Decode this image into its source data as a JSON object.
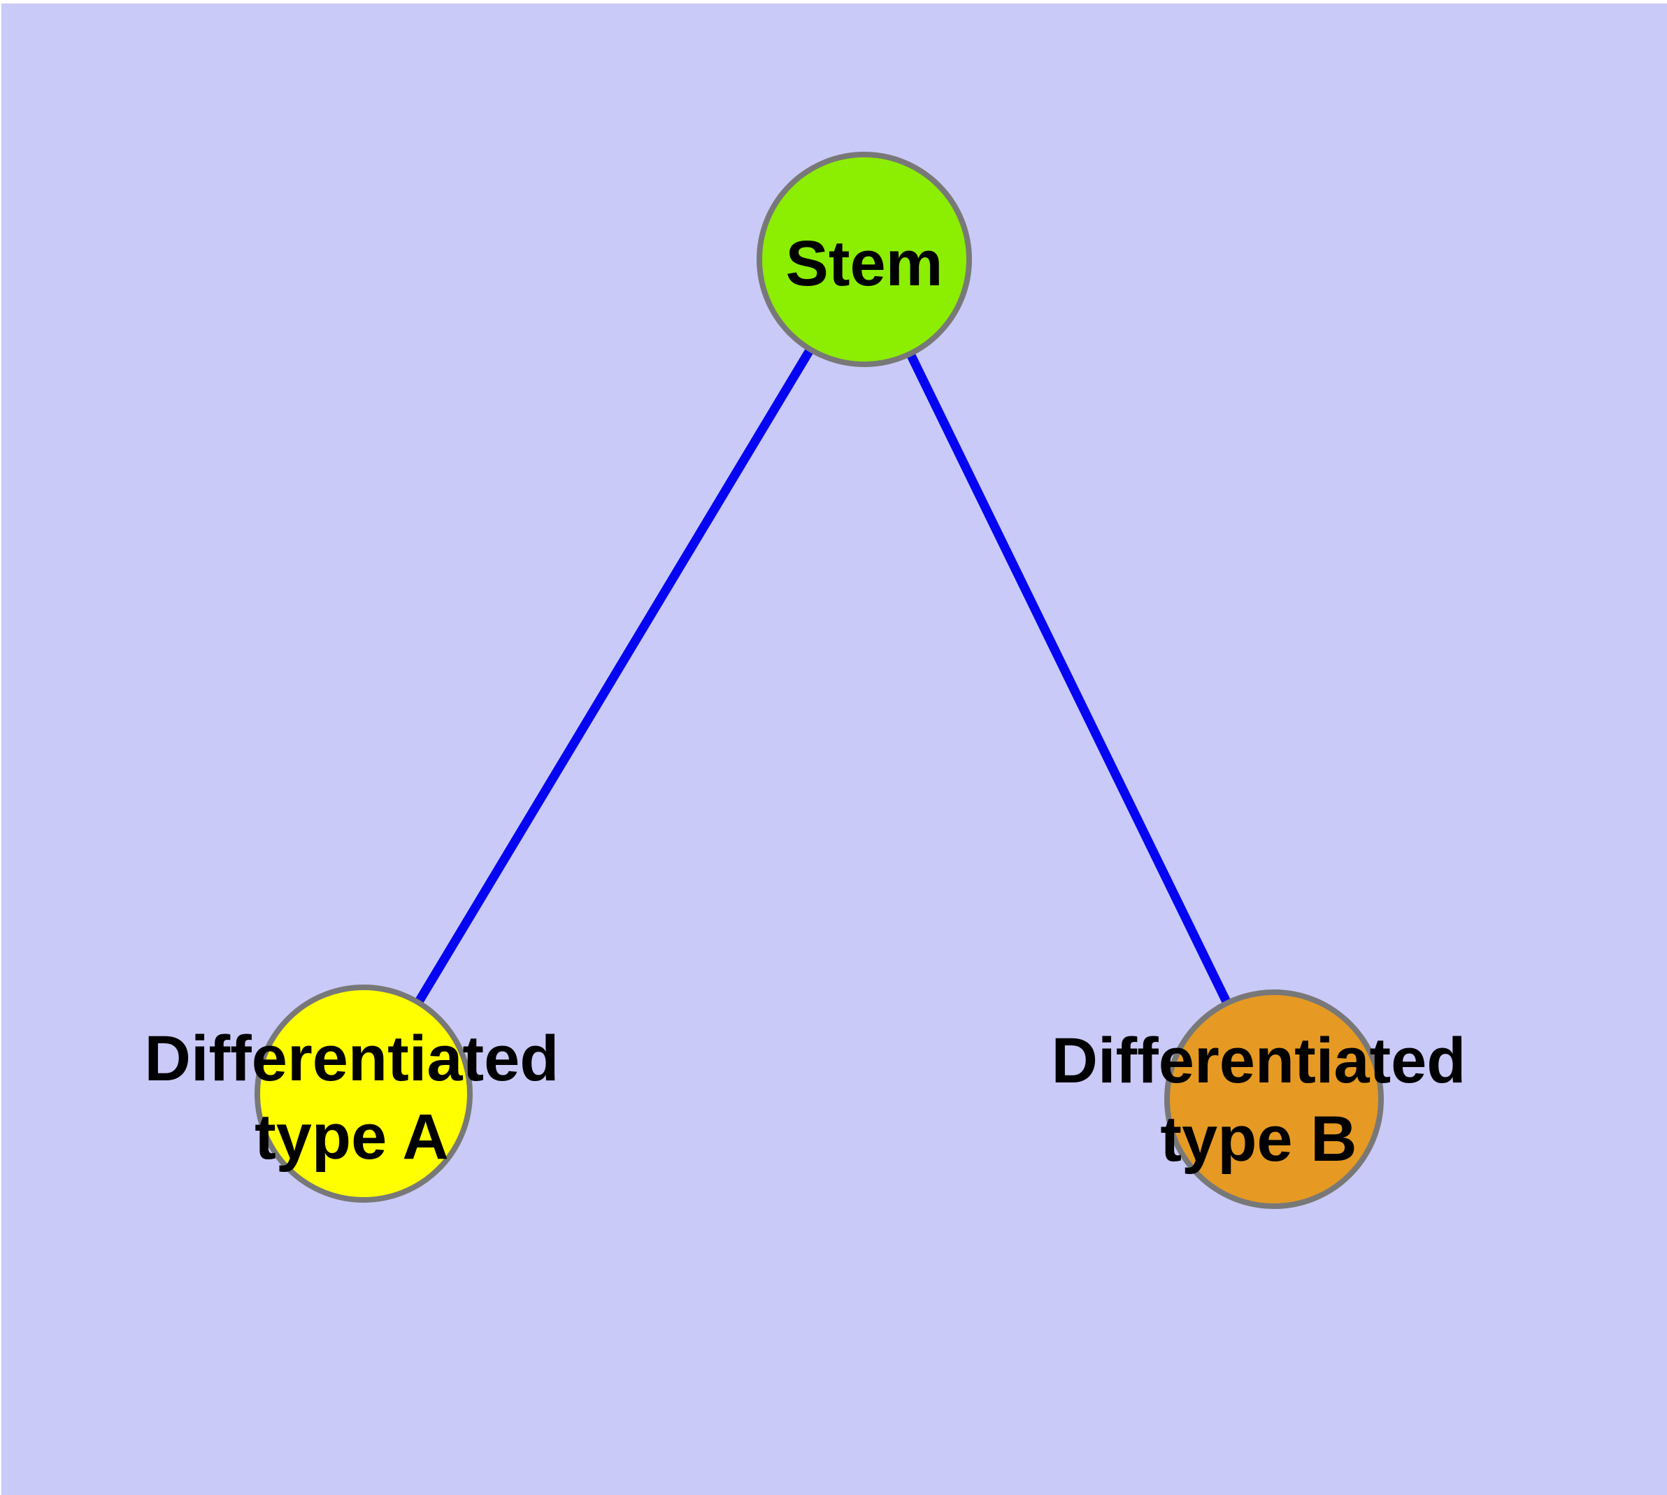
{
  "diagram": {
    "type": "node-link-graph",
    "description": "Cell differentiation hierarchy: a stem node connected to two differentiated cell type nodes",
    "colors": {
      "page_background": "#ffffff",
      "plot_background": "#cacaf8",
      "edge": "#0505f2",
      "node_border": "#787878",
      "label_text": "#000000"
    },
    "nodes": [
      {
        "id": "stem",
        "label": "Stem",
        "lines": [
          "Stem"
        ],
        "fill": "#8cee00"
      },
      {
        "id": "diff-a",
        "label": "Differentiated type A",
        "lines": [
          "Differentiated",
          "type A"
        ],
        "fill": "#ffff00"
      },
      {
        "id": "diff-b",
        "label": "Differentiated type B",
        "lines": [
          "Differentiated",
          "type B"
        ],
        "fill": "#e69a23"
      }
    ],
    "edges": [
      {
        "from": "stem",
        "to": "diff-a"
      },
      {
        "from": "stem",
        "to": "diff-b"
      }
    ]
  }
}
